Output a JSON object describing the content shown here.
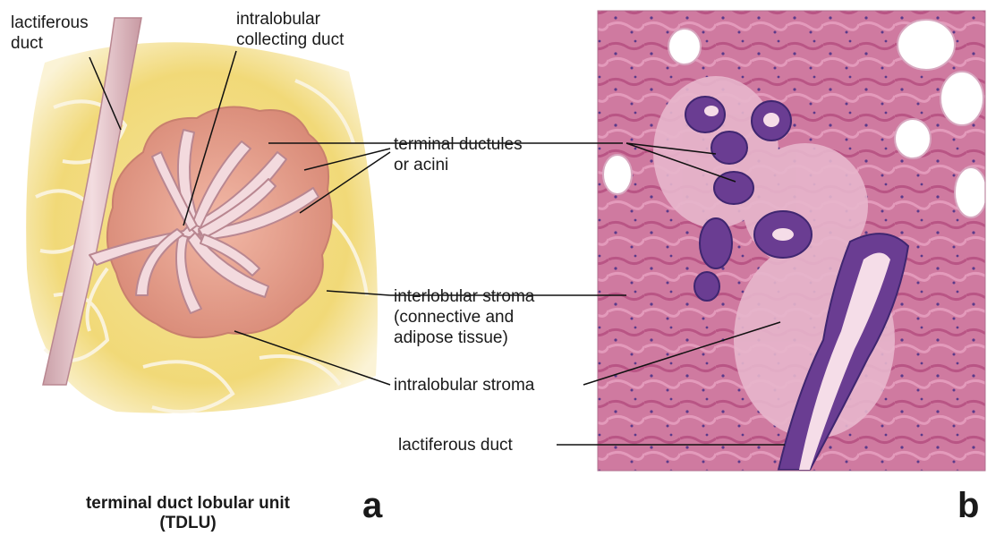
{
  "illustration": {
    "label_lactiferous": "lactiferous\nduct",
    "label_intralobular_collecting": "intralobular\ncollecting duct",
    "caption": "terminal duct lobular unit\n(TDLU)",
    "panel_letter": "a"
  },
  "shared_labels": {
    "terminal_ductules": "terminal ductules\nor acini",
    "interlobular_stroma": "interlobular stroma\n(connective and\nadipose tissue)",
    "intralobular_stroma": "intralobular stroma"
  },
  "micrograph": {
    "label_lactiferous": "lactiferous duct",
    "panel_letter": "b"
  },
  "colors": {
    "fat_yellow": "#f3dc7a",
    "lobule_pink": "#e8a090",
    "duct_pink": "#e7c3c8",
    "he_pink": "#c9688f",
    "he_purple": "#5a3a8a"
  }
}
